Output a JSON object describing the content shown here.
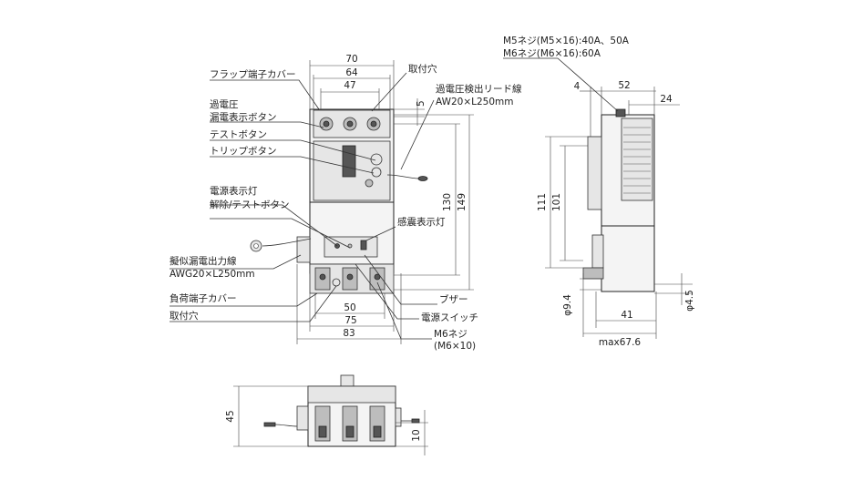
{
  "labels": {
    "flap_cover": "フラップ端子カバー",
    "mount_hole_top": "取付穴",
    "overvoltage_lead": "過電圧検出リード線",
    "overvoltage_lead_spec": "AW20×L250mm",
    "overvoltage_btn_1": "過電圧",
    "overvoltage_btn_2": "漏電表示ボタン",
    "test_btn": "テストボタン",
    "trip_btn": "トリップボタン",
    "power_lamp": "電源表示灯",
    "reset_test_btn": "解除/テストボタン",
    "seismic_lamp": "感震表示灯",
    "pseudo_leak_1": "擬似漏電出力線",
    "pseudo_leak_2": "AWG20×L250mm",
    "load_cover": "負荷端子カバー",
    "mount_hole_bottom": "取付穴",
    "buzzer": "ブザー",
    "power_switch": "電源スイッチ",
    "m6_screw_1": "M6ネジ",
    "m6_screw_2": "(M6×10)",
    "m5_screw": "M5ネジ(M5×16):40A、50A",
    "m6_screw_side": "M6ネジ(M6×16):60A"
  },
  "dimensions": {
    "top_70": "70",
    "top_64": "64",
    "top_47": "47",
    "top_5": "5",
    "h_130": "130",
    "h_149": "149",
    "bot_50": "50",
    "bot_75": "75",
    "bot_83": "83",
    "side_4": "4",
    "side_52": "52",
    "side_24": "24",
    "side_111": "111",
    "side_101": "101",
    "side_phi94": "φ9.4",
    "side_phi45": "φ4.5",
    "side_41": "41",
    "side_max": "max67.6",
    "bottom_45": "45",
    "bottom_10": "10"
  }
}
